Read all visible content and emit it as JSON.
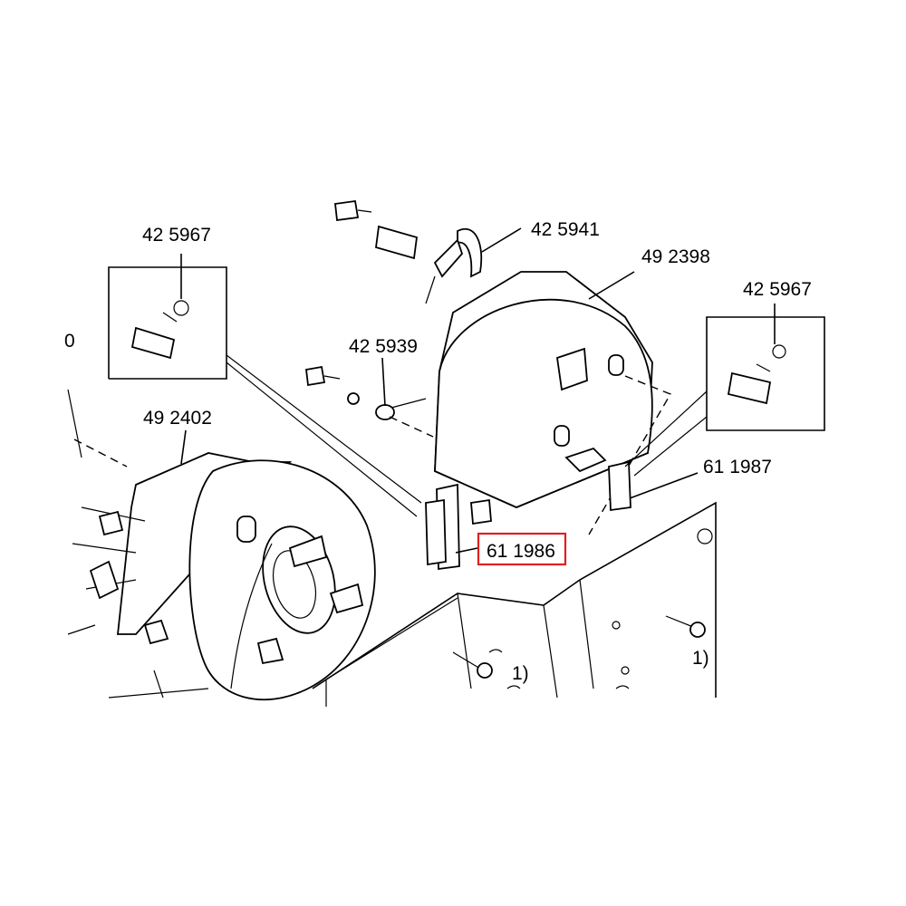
{
  "labels": {
    "clip_left": "42 5967",
    "connector": "42 5941",
    "coil_right": "49 2398",
    "clip_right": "42 5967",
    "terminal": "42 5939",
    "coil_left": "49 2402",
    "sleeve_right": "61 1987",
    "sleeve_left": "61 1986",
    "note_center": "1)",
    "note_right": "1)",
    "edge_fragment": "0"
  },
  "highlight": {
    "target": "61 1986",
    "color": "#e02020"
  }
}
